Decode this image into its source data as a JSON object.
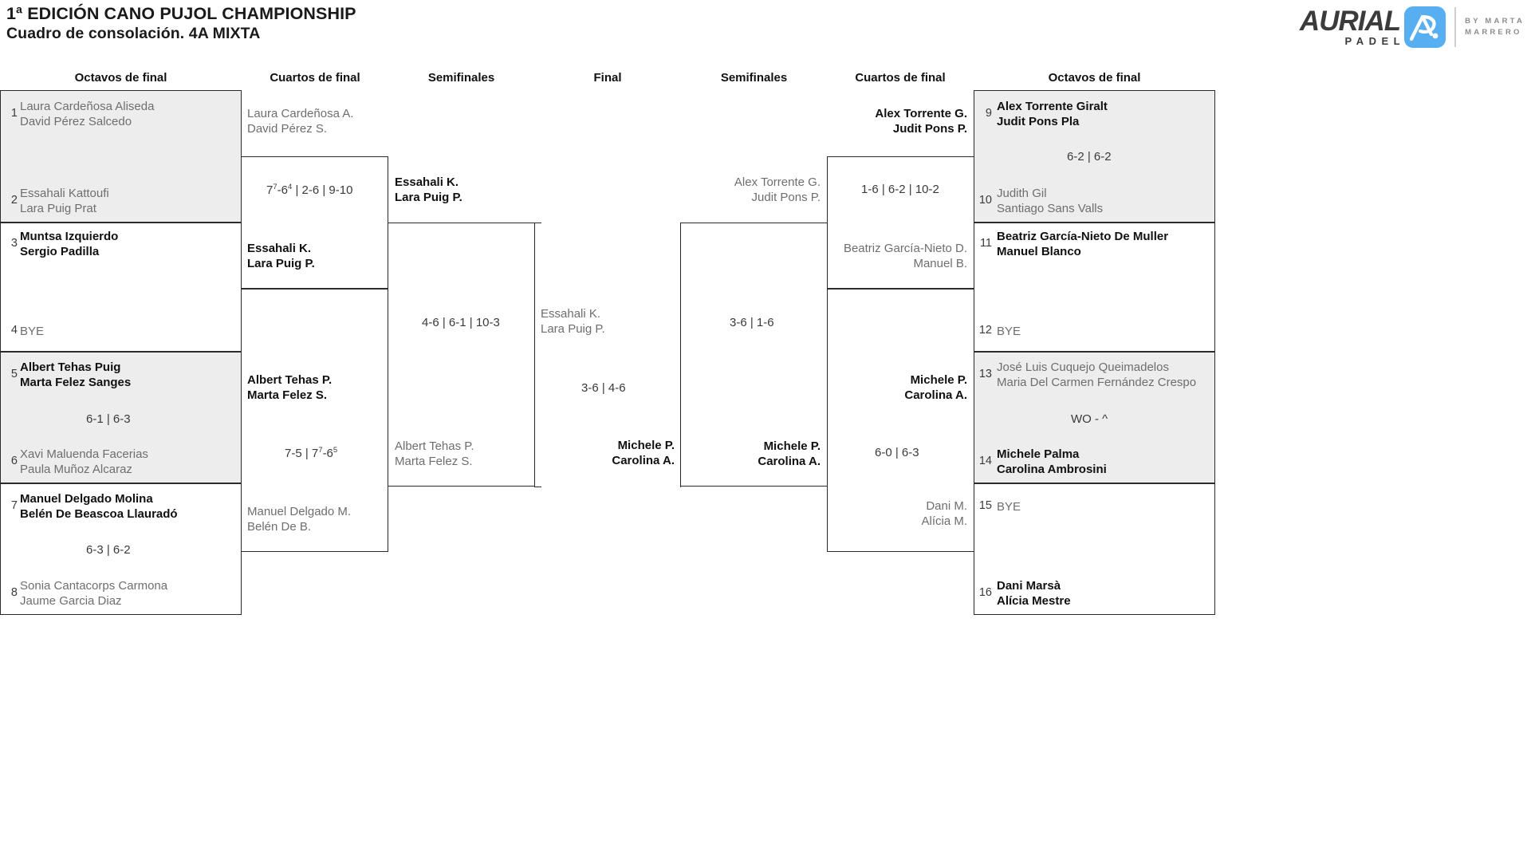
{
  "header": {
    "title_line1": "1ª EDICIÓN CANO PUJOL CHAMPIONSHIP",
    "title_line2": "Cuadro de consolación. 4A MIXTA",
    "logo": {
      "brand": "AURIAL",
      "sub": "PADEL",
      "by_line1": "BY MARTA",
      "by_line2": "MARRERO",
      "badge_color": "#57aef0",
      "badge_icon": "ap-monogram-icon"
    }
  },
  "round_headers": {
    "left_r16": "Octavos de final",
    "left_qf": "Cuartos de final",
    "left_sf": "Semifinales",
    "final": "Final",
    "right_sf": "Semifinales",
    "right_qf": "Cuartos de final",
    "right_r16": "Octavos de final"
  },
  "colors": {
    "shade": "#ededed",
    "border": "#2b2b2b",
    "winner_text": "#111111",
    "loser_text": "#6e6e6e",
    "accent": "#57aef0"
  },
  "left": {
    "r16": [
      {
        "seed": "1",
        "p1": "Laura Cardeñosa Aliseda",
        "p2": "David Pérez Salcedo",
        "winner": false
      },
      {
        "seed": "2",
        "p1": "Essahali Kattoufi",
        "p2": "Lara Puig Prat",
        "winner": false
      },
      {
        "seed": "3",
        "p1": "Muntsa Izquierdo",
        "p2": "Sergio Padilla",
        "winner": true
      },
      {
        "seed": "4",
        "p1": "BYE",
        "p2": "",
        "winner": false
      },
      {
        "seed": "5",
        "p1": "Albert Tehas Puig",
        "p2": "Marta Felez Sanges",
        "winner": true
      },
      {
        "seed": "6",
        "p1": "Xavi Maluenda Facerias",
        "p2": "Paula Muñoz Alcaraz",
        "winner": false
      },
      {
        "seed": "7",
        "p1": "Manuel Delgado Molina",
        "p2": "Belén De Beascoa Llauradó",
        "winner": true
      },
      {
        "seed": "8",
        "p1": "Sonia Cantacorps Carmona",
        "p2": "Jaume Garcia Diaz",
        "winner": false
      }
    ],
    "r16_scores": [
      "",
      "6-1 | 6-3",
      "6-3 | 6-2"
    ],
    "qf": [
      {
        "p1": "Laura Cardeñosa A.",
        "p2": "David Pérez S.",
        "winner": false
      },
      {
        "p1": "Essahali K.",
        "p2": "Lara Puig P.",
        "winner": true
      },
      {
        "p1": "Albert Tehas P.",
        "p2": "Marta Felez S.",
        "winner": true
      },
      {
        "p1": "Manuel Delgado M.",
        "p2": "Belén De B.",
        "winner": false
      }
    ],
    "qf_scores": [
      {
        "html": "7<sup>7</sup>-6<sup>4</sup> | 2-6 | 9-10"
      },
      {
        "html": "7-5 | 7<sup>7</sup>-6<sup>5</sup>"
      }
    ],
    "sf": [
      {
        "p1": "Essahali K.",
        "p2": "Lara Puig P.",
        "winner": true
      },
      {
        "p1": "Albert Tehas P.",
        "p2": "Marta Felez S.",
        "winner": false
      }
    ],
    "sf_score": "4-6 | 6-1 | 10-3",
    "finalist": {
      "p1": "Essahali K.",
      "p2": "Lara Puig P.",
      "winner": false
    }
  },
  "final": {
    "score": "3-6 | 4-6"
  },
  "right": {
    "r16": [
      {
        "seed": "9",
        "p1": "Alex Torrente Giralt",
        "p2": "Judit Pons Pla",
        "winner": true
      },
      {
        "seed": "10",
        "p1": "Judith Gil",
        "p2": "Santiago Sans Valls",
        "winner": false
      },
      {
        "seed": "11",
        "p1": "Beatriz García-Nieto De Muller",
        "p2": "Manuel Blanco",
        "winner": true
      },
      {
        "seed": "12",
        "p1": "BYE",
        "p2": "",
        "winner": false
      },
      {
        "seed": "13",
        "p1": "José Luis Cuquejo Queimadelos",
        "p2": "Maria Del Carmen Fernández Crespo",
        "winner": false
      },
      {
        "seed": "14",
        "p1": "Michele Palma",
        "p2": "Carolina Ambrosini",
        "winner": true
      },
      {
        "seed": "15",
        "p1": "BYE",
        "p2": "",
        "winner": false
      },
      {
        "seed": "16",
        "p1": "Dani Marsà",
        "p2": "Alícia Mestre",
        "winner": true
      }
    ],
    "r16_scores": [
      "6-2 | 6-2",
      "",
      "WO - ^",
      ""
    ],
    "qf": [
      {
        "p1": "Alex Torrente G.",
        "p2": "Judit Pons P.",
        "winner": true
      },
      {
        "p1": "Beatriz García-Nieto D.",
        "p2": "Manuel B.",
        "winner": false
      },
      {
        "p1": "Michele P.",
        "p2": "Carolina A.",
        "winner": true
      },
      {
        "p1": "Dani M.",
        "p2": "Alícia M.",
        "winner": false
      }
    ],
    "qf_scores": [
      "1-6 | 6-2 | 10-2",
      "6-0 | 6-3"
    ],
    "sf": [
      {
        "p1": "Alex Torrente G.",
        "p2": "Judit Pons P.",
        "winner": false
      },
      {
        "p1": "Michele P.",
        "p2": "Carolina A.",
        "winner": true
      }
    ],
    "sf_score": "3-6 | 1-6",
    "finalist": {
      "p1": "Michele P.",
      "p2": "Carolina A.",
      "winner": true
    }
  }
}
